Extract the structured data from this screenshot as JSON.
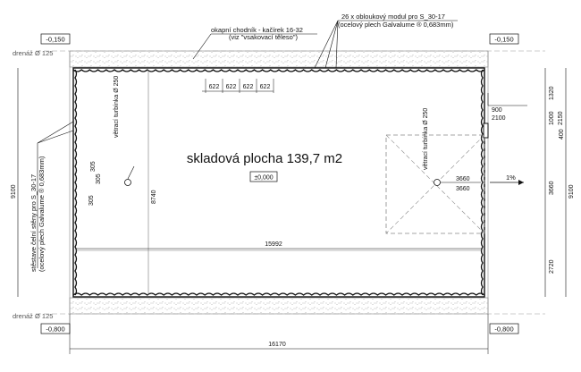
{
  "levels": {
    "top_left": "-0,150",
    "top_right": "-0,150",
    "bottom_left": "-0,800",
    "bottom_right": "-0,800",
    "floor": "±0,000"
  },
  "drainage": {
    "top": "drenáž Ø 125",
    "bottom": "drenáž Ø 125"
  },
  "callouts": {
    "gravel_line1": "okapní chodník - kačírek 16-32",
    "gravel_line2": "(viz \"vsakovací těleso\")",
    "modules_line1": "26 x obloukový modul pro S_30-17",
    "modules_line2": "(ocelový plech Galvalume ® 0,683mm)",
    "gable_line1": "stěstave čelní stěny pro  S_30-17",
    "gable_line2": "(ocelový plech Galvalume ® 0,683mm)"
  },
  "room": {
    "title": "skladová plocha 139,7 m2"
  },
  "turbines": {
    "left": "větrací turbínka Ø 250",
    "right": "větrací turbínka Ø 250"
  },
  "dimensions": {
    "module_widths": [
      "622",
      "622",
      "622",
      "622"
    ],
    "small_305": [
      "305",
      "305",
      "305"
    ],
    "d_8740": "8740",
    "d_15992": "15992",
    "d_16170": "16170",
    "left_9100": "9100",
    "right_9100": "9100",
    "d_1320": "1320",
    "d_1000": "1000",
    "d_2150": "2150",
    "d_400": "400",
    "d_3660": "3660",
    "d_2720": "2720",
    "door_900": "900",
    "door_2100": "2100",
    "skylight_3660_a": "3660",
    "skylight_3660_b": "3660",
    "slope": "1%"
  },
  "colors": {
    "line": "#111111",
    "gray": "#777777",
    "hatch": "#999999"
  }
}
